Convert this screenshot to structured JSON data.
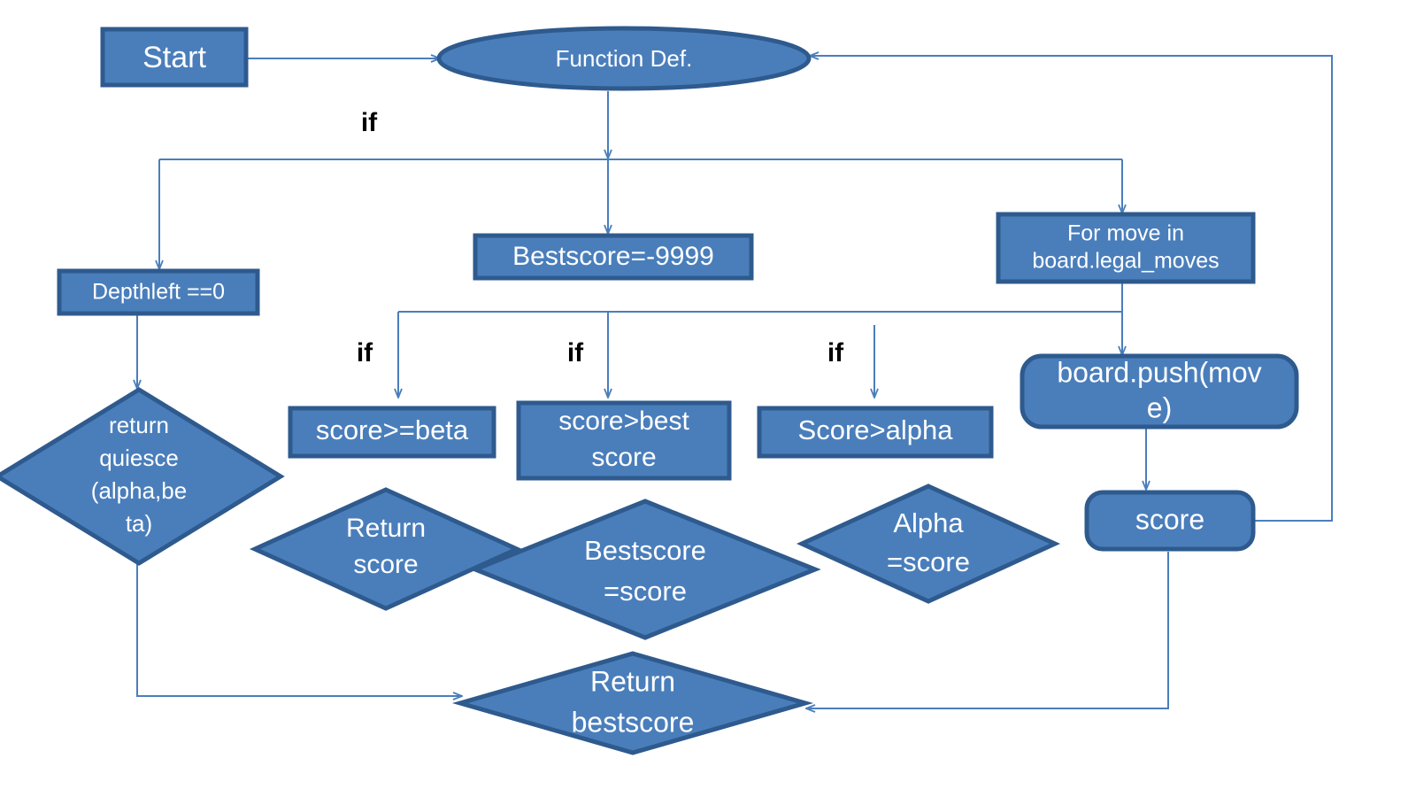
{
  "diagram": {
    "title": "Alpha-Beta Search Function Flowchart",
    "colors": {
      "shape_fill": "#4A7EBB",
      "shape_border": "#2E5A8E",
      "connector": "#4A7EBB",
      "node_text": "#FFFFFF",
      "label_text": "#000000",
      "background": "#FFFFFF"
    },
    "nodes": [
      {
        "id": "start",
        "shape": "rectangle",
        "label": "Start",
        "lines": [
          "Start"
        ]
      },
      {
        "id": "function_def",
        "shape": "ellipse",
        "label": "Function Def.",
        "lines": [
          "Function Def."
        ]
      },
      {
        "id": "depthleft",
        "shape": "rectangle",
        "label": "Depthleft ==0",
        "lines": [
          "Depthleft ==0"
        ]
      },
      {
        "id": "bestscore_init",
        "shape": "rectangle",
        "label": "Bestscore=-9999",
        "lines": [
          "Bestscore=-9999"
        ]
      },
      {
        "id": "for_move",
        "shape": "rectangle",
        "label": "For move in board.legal_moves",
        "lines": [
          "For move in",
          "board.legal_moves"
        ]
      },
      {
        "id": "return_quiesce",
        "shape": "diamond",
        "label": "return quiesce (alpha,beta)",
        "lines": [
          "return",
          "quiesce",
          "(alpha,be",
          "ta)"
        ]
      },
      {
        "id": "score_ge_beta",
        "shape": "rectangle",
        "label": "score>=beta",
        "lines": [
          "score>=beta"
        ]
      },
      {
        "id": "score_gt_best",
        "shape": "rectangle",
        "label": "score>best score",
        "lines": [
          "score>best",
          "score"
        ]
      },
      {
        "id": "score_gt_alpha",
        "shape": "rectangle",
        "label": "Score>alpha",
        "lines": [
          "Score>alpha"
        ]
      },
      {
        "id": "board_push",
        "shape": "rounded-rectangle",
        "label": "board.push(move)",
        "lines": [
          "board.push(mov",
          "e)"
        ]
      },
      {
        "id": "return_score",
        "shape": "diamond",
        "label": "Return score",
        "lines": [
          "Return",
          "score"
        ]
      },
      {
        "id": "bestscore_eq",
        "shape": "diamond",
        "label": "Bestscore =score",
        "lines": [
          "Bestscore",
          "=score"
        ]
      },
      {
        "id": "alpha_eq",
        "shape": "diamond",
        "label": "Alpha =score",
        "lines": [
          "Alpha",
          "=score"
        ]
      },
      {
        "id": "score_box",
        "shape": "rounded-rectangle",
        "label": "score",
        "lines": [
          "score"
        ]
      },
      {
        "id": "return_best",
        "shape": "diamond",
        "label": "Return bestscore",
        "lines": [
          "Return",
          "bestscore"
        ]
      }
    ],
    "edge_labels": [
      {
        "id": "if_top",
        "text": "if"
      },
      {
        "id": "if_beta",
        "text": "if"
      },
      {
        "id": "if_best",
        "text": "if"
      },
      {
        "id": "if_alpha",
        "text": "if"
      }
    ]
  }
}
